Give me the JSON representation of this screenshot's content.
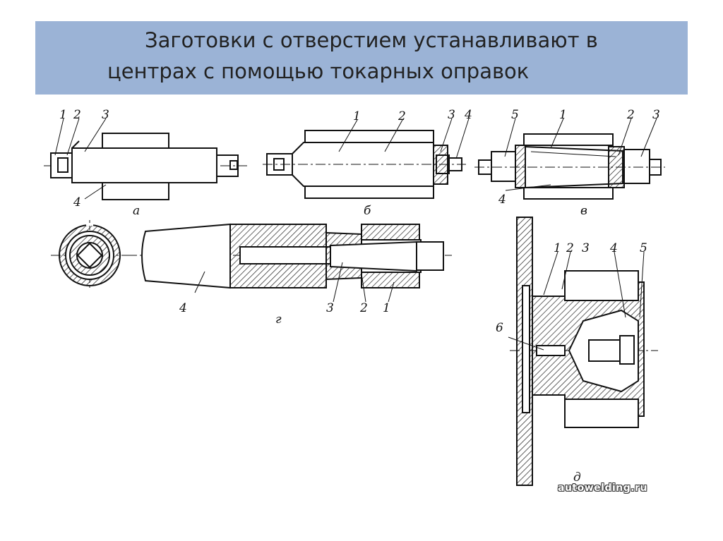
{
  "slide": {
    "title_line1": "Заготовки с отверстием устанавливают в",
    "title_line2": "центрах с помощью токарных оправок",
    "accent_color": "#9bb3d6"
  },
  "figure": {
    "sub_labels": {
      "a": "а",
      "b": "б",
      "v": "в",
      "g": "г",
      "d": "д"
    },
    "part_numbers": [
      "1",
      "2",
      "3",
      "4",
      "5",
      "6"
    ],
    "watermark": "autowelding.ru"
  }
}
